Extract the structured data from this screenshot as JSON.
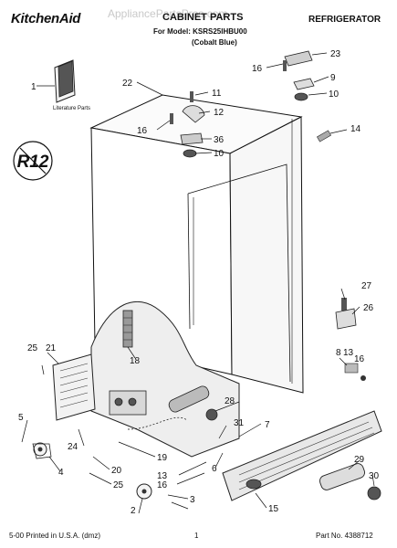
{
  "header": {
    "brand": "KitchenAid",
    "title": "CABINET PARTS",
    "category": "REFRIGERATOR",
    "model_line": "For Model: KSRS25IHBU00",
    "variant": "(Cobalt Blue)",
    "watermark": "AppliancePartsPros.com"
  },
  "literature_label": "Literature Parts",
  "refrigerant_badge": "R12",
  "callouts": [
    "1",
    "2",
    "3",
    "4",
    "5",
    "6",
    "7",
    "8",
    "9",
    "10",
    "10",
    "11",
    "12",
    "13",
    "13",
    "14",
    "15",
    "16",
    "16",
    "16",
    "16",
    "18",
    "19",
    "20",
    "21",
    "22",
    "23",
    "24",
    "25",
    "25",
    "26",
    "27",
    "28",
    "29",
    "30",
    "31",
    "36"
  ],
  "footer": {
    "left": "5-00 Printed in U.S.A. (dmz)",
    "page": "1",
    "part_number": "Part No. 4388712"
  },
  "colors": {
    "ink": "#111111",
    "paper": "#ffffff",
    "watermark": "#c9c9c9"
  }
}
